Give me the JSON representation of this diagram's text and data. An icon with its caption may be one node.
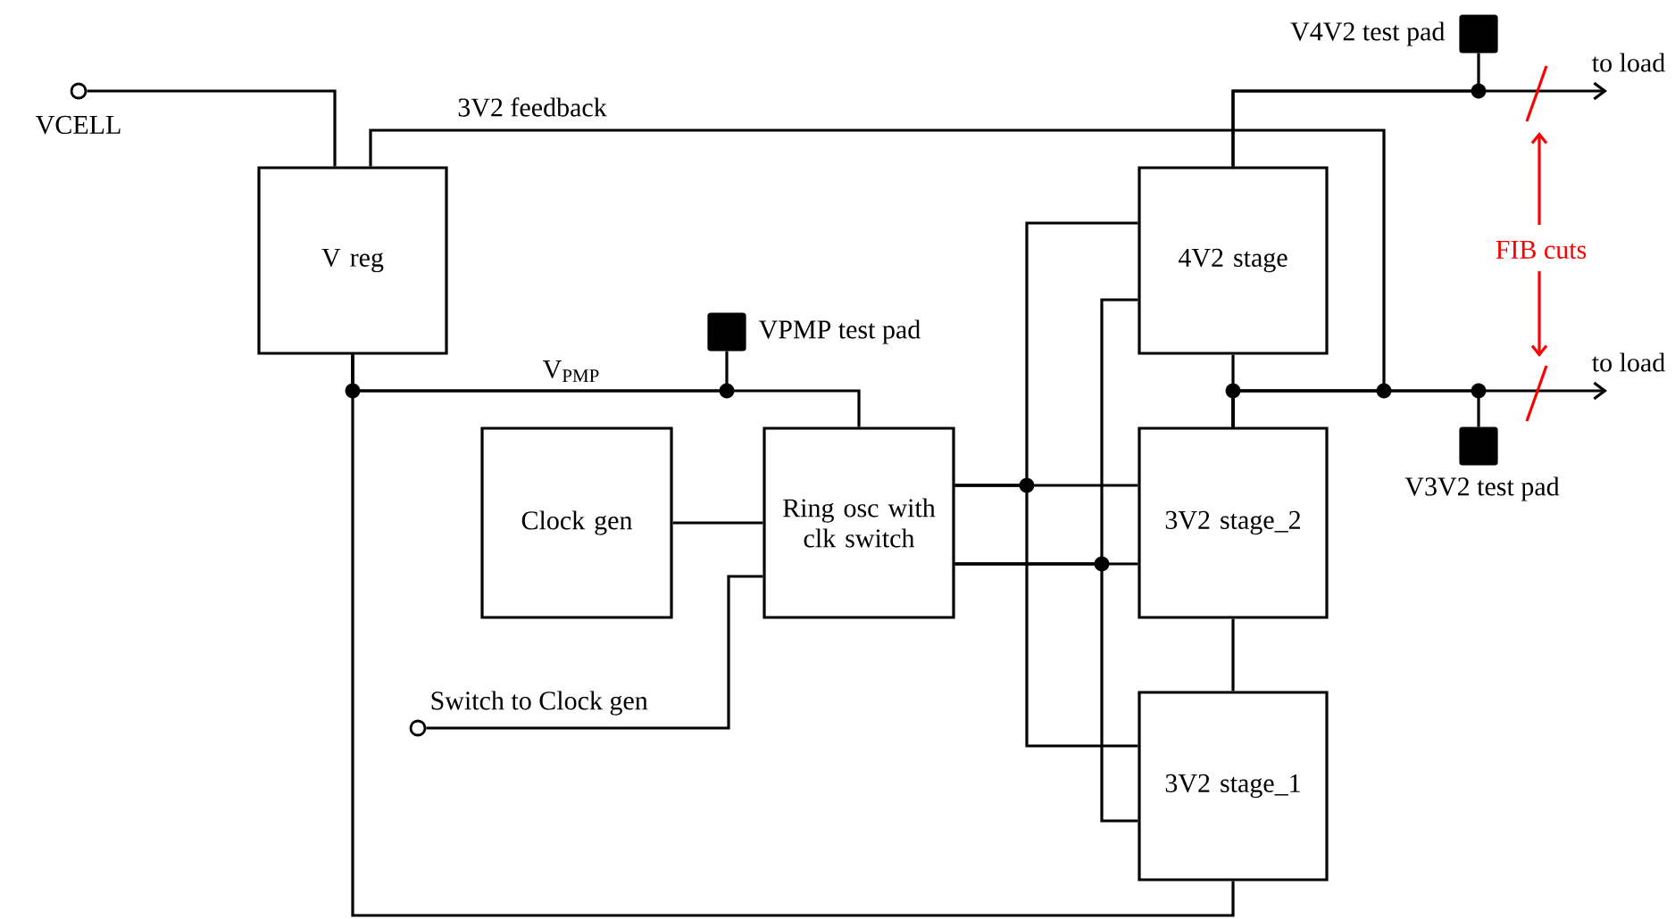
{
  "diagram": {
    "nodes": [
      {
        "text": [],
        "shape": "circle",
        "beside": [
          "VCELL"
        ]
      },
      {
        "text": [
          "V reg"
        ]
      },
      {
        "text": [
          "Clock gen"
        ]
      },
      {
        "text": [
          "Ring osc with clk switch"
        ]
      },
      {
        "text": [
          "4V2 stage"
        ]
      },
      {
        "text": [
          "3V2 stage_2"
        ]
      },
      {
        "text": [
          "3V2 stage_1"
        ]
      },
      {
        "text": [],
        "shape": "box",
        "beside": [
          "VPMP test pad"
        ]
      },
      {
        "text": [],
        "shape": "box",
        "beside": [
          "V4V2 test pad"
        ]
      },
      {
        "text": [],
        "shape": "box",
        "beside": [
          "V3V2 test pad"
        ]
      },
      {
        "text": [],
        "shape": "circle",
        "beside": [
          "Switch to Clock gen"
        ]
      }
    ],
    "edges": [
      {
        "from": 0,
        "to": 1,
        "arrow": "none"
      },
      {
        "from": 5,
        "to": 1,
        "arrow": "none",
        "label": "3V2 feedback"
      },
      {
        "from": 4,
        "to": 5,
        "arrow": "none"
      },
      {
        "from": 1,
        "to": 3,
        "arrow": "none",
        "label": "V$_{PMP}$"
      },
      {
        "from": 7,
        "to": 1,
        "arrow": "none"
      },
      {
        "from": 1,
        "to": 6,
        "arrow": "none"
      },
      {
        "from": 2,
        "to": 3,
        "arrow": "none"
      },
      {
        "from": 10,
        "to": 3,
        "arrow": "none"
      },
      {
        "from": 3,
        "to": 4,
        "arrow": "none"
      },
      {
        "from": 3,
        "to": 5,
        "arrow": "none"
      },
      {
        "from": 3,
        "to": 6,
        "arrow": "none"
      },
      {
        "from": 3,
        "to": 4,
        "arrow": "none"
      },
      {
        "from": 3,
        "to": 5,
        "arrow": "none"
      },
      {
        "from": 3,
        "to": 6,
        "arrow": "none"
      },
      {
        "from": 5,
        "to": 6,
        "arrow": "none"
      },
      {
        "from": 4,
        "to": null,
        "arrow": "to",
        "label": "to load"
      },
      {
        "from": 8,
        "to": 4,
        "arrow": "none"
      },
      {
        "from": 5,
        "to": null,
        "arrow": "to",
        "label": "to load"
      },
      {
        "from": 9,
        "to": 5,
        "arrow": "none"
      }
    ],
    "labels": [
      "FIB cuts"
    ]
  }
}
